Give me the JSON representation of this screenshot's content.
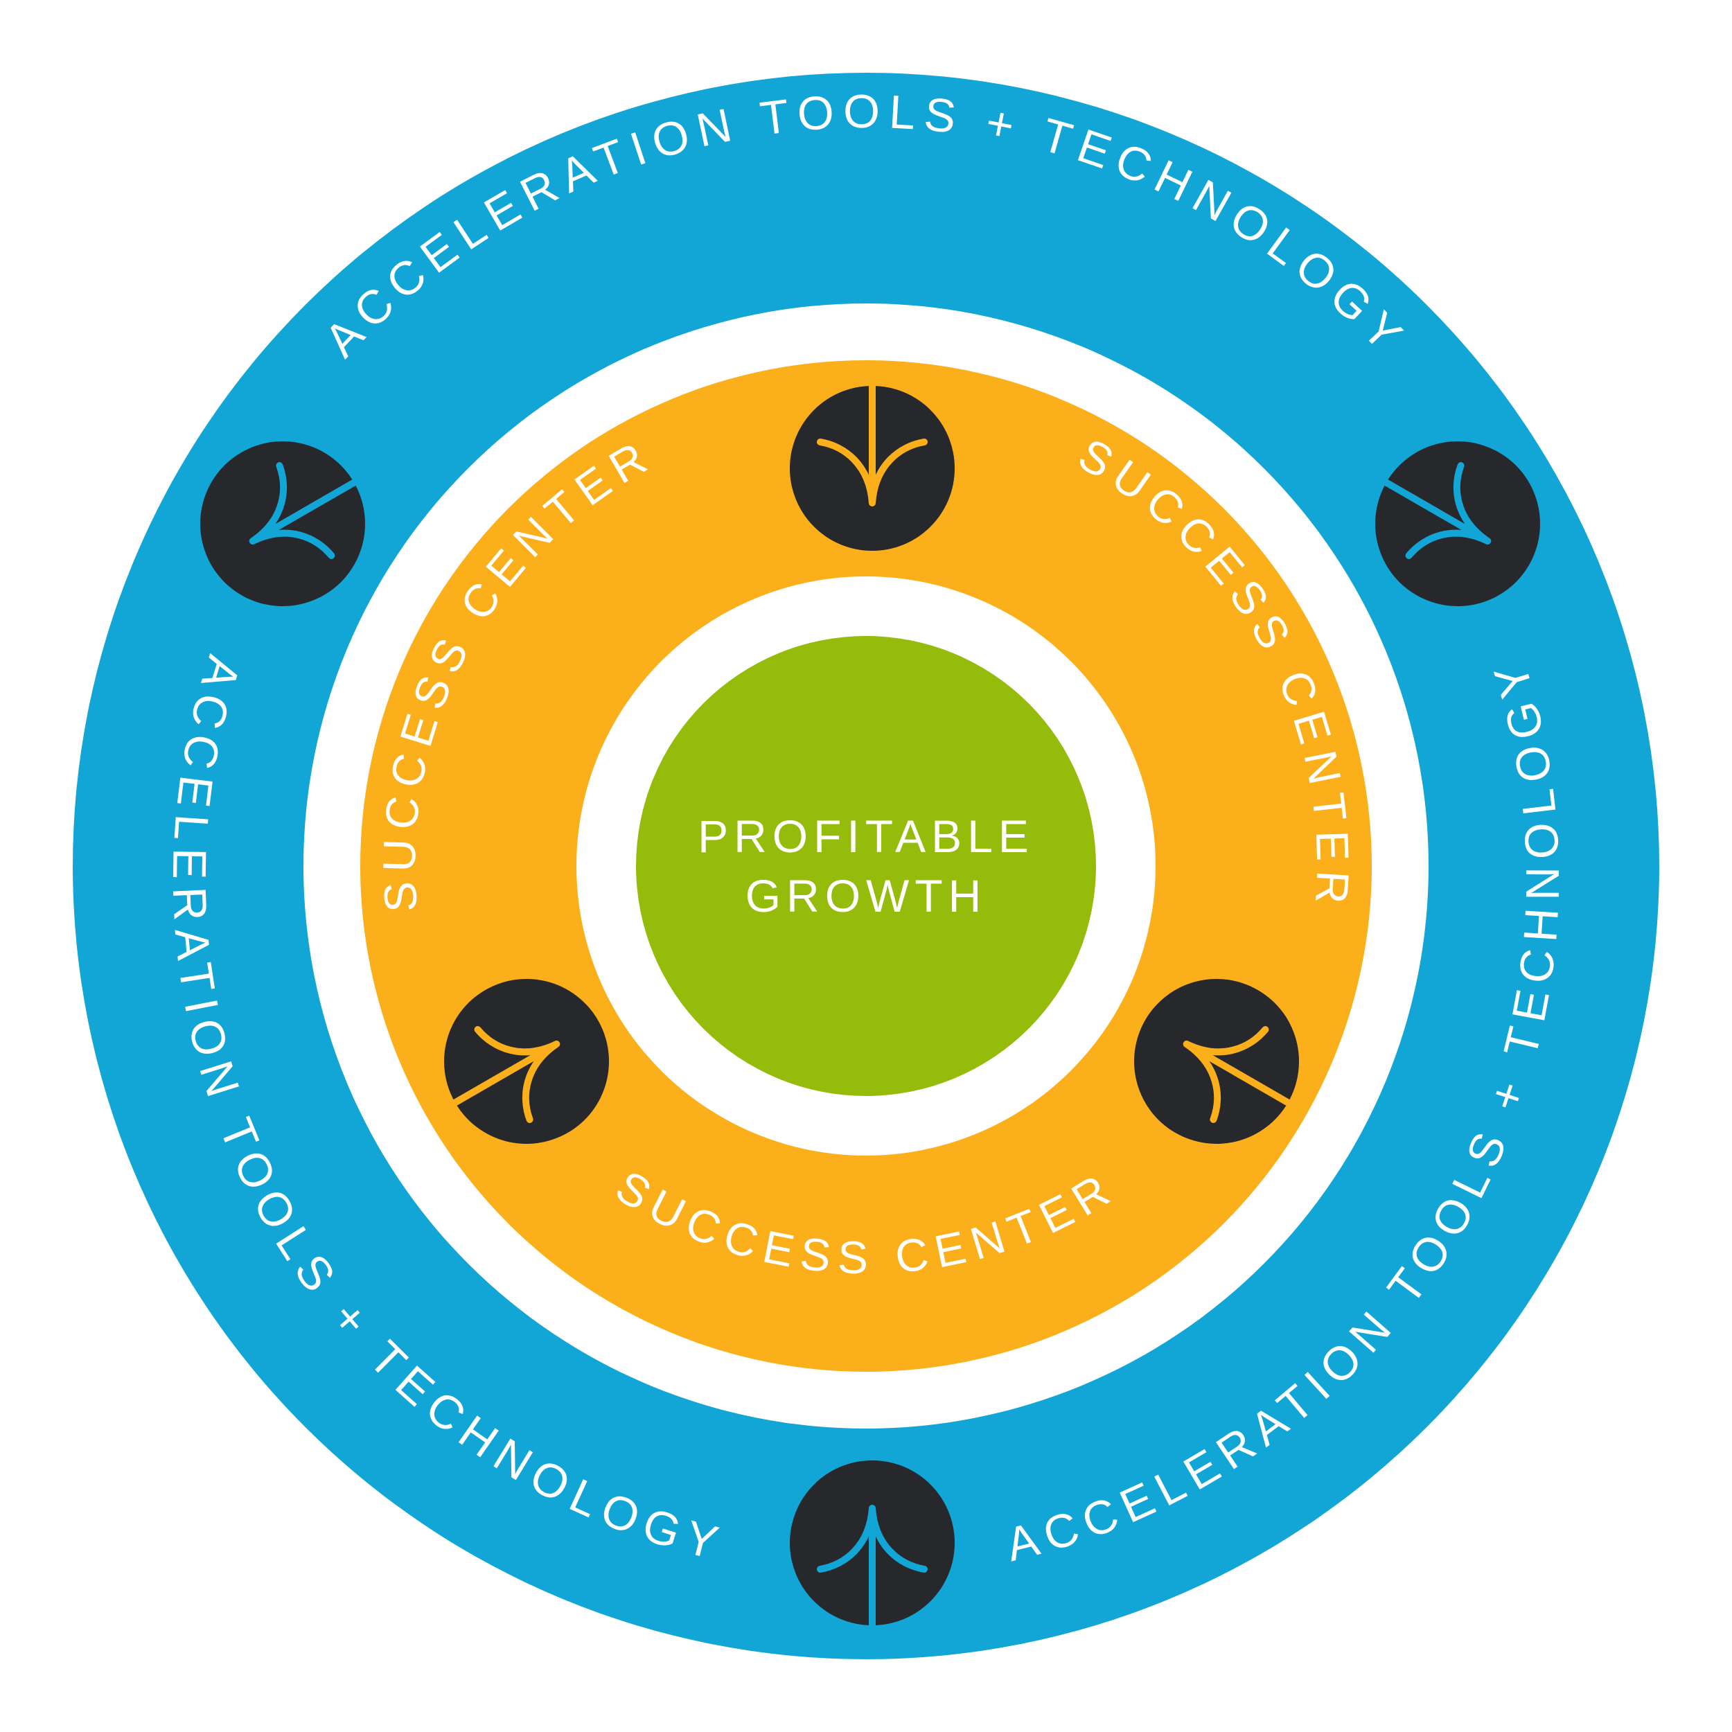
{
  "diagram": {
    "outer_ring": {
      "labels": [
        "ACCELERATION TOOLS + TECHNOLOGY",
        "ACCELERATION TOOLS + TECHNOLOGY",
        "ACCELERATION TOOLS + TECHNOLOGY"
      ],
      "icon": "branch-arrow-icon"
    },
    "middle_ring": {
      "labels": [
        "SUCCESS CENTER",
        "SUCCESS CENTER",
        "SUCCESS CENTER"
      ],
      "icon": "converging-arrow-icon"
    },
    "core": {
      "line1": "PROFITABLE",
      "line2": "GROWTH"
    }
  },
  "colors": {
    "outer_ring": "#12A6D6",
    "middle_ring": "#FBB01B",
    "core": "#95BC0A",
    "icon_disc": "#27282C",
    "outer_icon_stroke": "#12A6D6",
    "middle_icon_stroke": "#FBB01B",
    "background": "#FFFFFF"
  }
}
